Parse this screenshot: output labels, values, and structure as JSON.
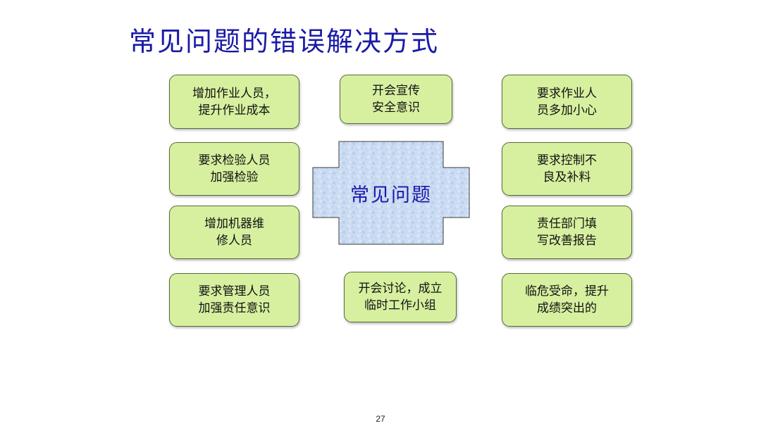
{
  "title": "常见问题的错误解决方式",
  "center": "常见问题",
  "boxes": [
    {
      "text": "增加作业人员，\n提升作业成本"
    },
    {
      "text": "开会宣传\n安全意识"
    },
    {
      "text": "要求作业人\n员多加小心"
    },
    {
      "text": "要求检验人员\n加强检验"
    },
    {
      "text": "要求控制不\n良及补料"
    },
    {
      "text": "增加机器维\n修人员"
    },
    {
      "text": "责任部门填\n写改善报告"
    },
    {
      "text": "要求管理人员\n加强责任意识"
    },
    {
      "text": "开会讨论，成立\n临时工作小组"
    },
    {
      "text": "临危受命，提升\n成绩突出的"
    }
  ],
  "page_number": "27",
  "colors": {
    "title": "#1a1aa8",
    "box_fill": "#d7f0a0",
    "box_border": "#5b6a3c",
    "center_fill": "#c9dcf2"
  }
}
